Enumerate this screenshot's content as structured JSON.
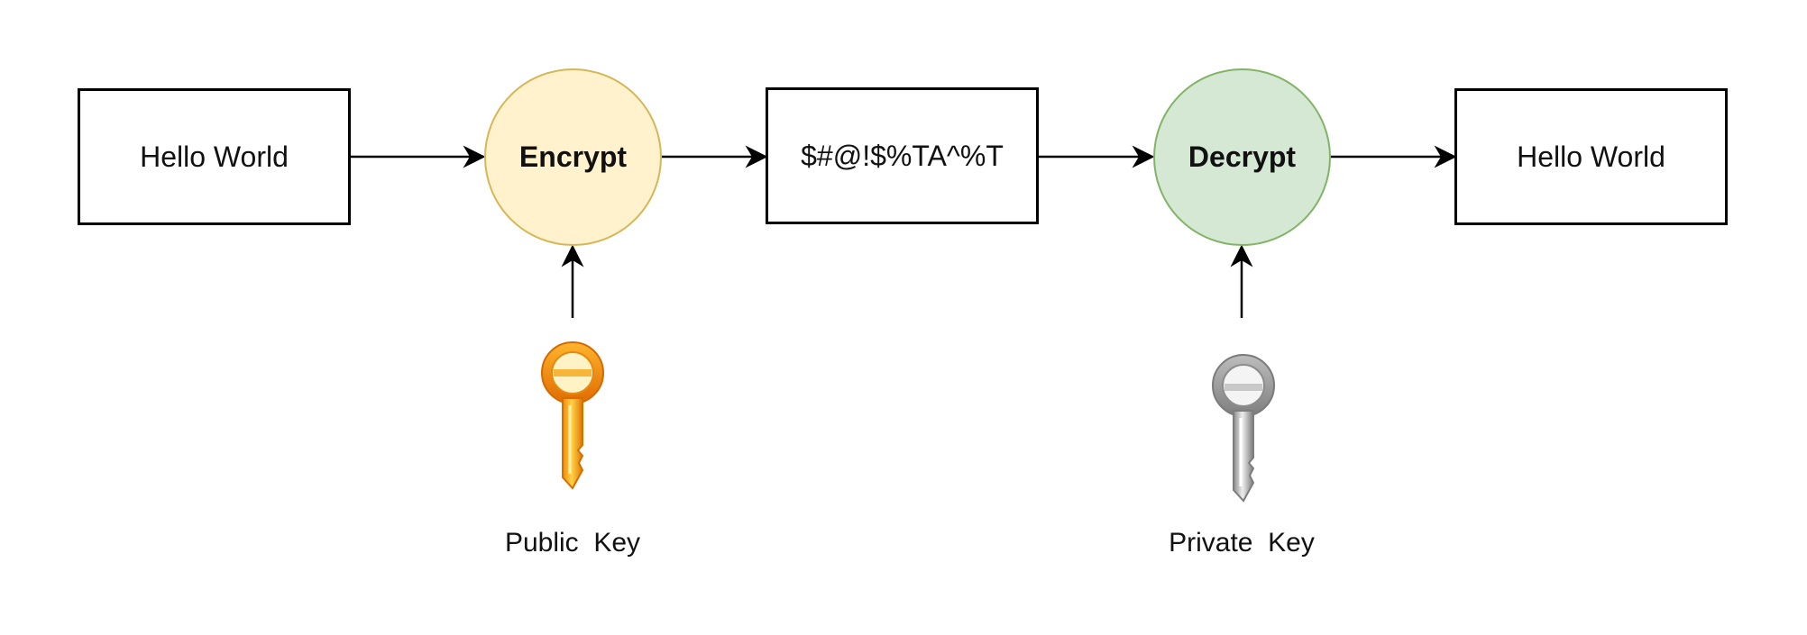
{
  "diagram": {
    "input_box": {
      "text": "Hello World"
    },
    "encrypt_node": {
      "text": "Encrypt",
      "fill": "#fff2cc",
      "stroke": "#d6b656"
    },
    "cipher_box": {
      "text": "$#@!$%TA^%T"
    },
    "decrypt_node": {
      "text": "Decrypt",
      "fill": "#d5e8d4",
      "stroke": "#82b366"
    },
    "output_box": {
      "text": "Hello World"
    },
    "public_key": {
      "label": "Public  Key",
      "icon": "gold-key-icon",
      "color": "#f5a623"
    },
    "private_key": {
      "label": "Private  Key",
      "icon": "silver-key-icon",
      "color": "#b0b0b0"
    },
    "edge_color": "#000000"
  }
}
